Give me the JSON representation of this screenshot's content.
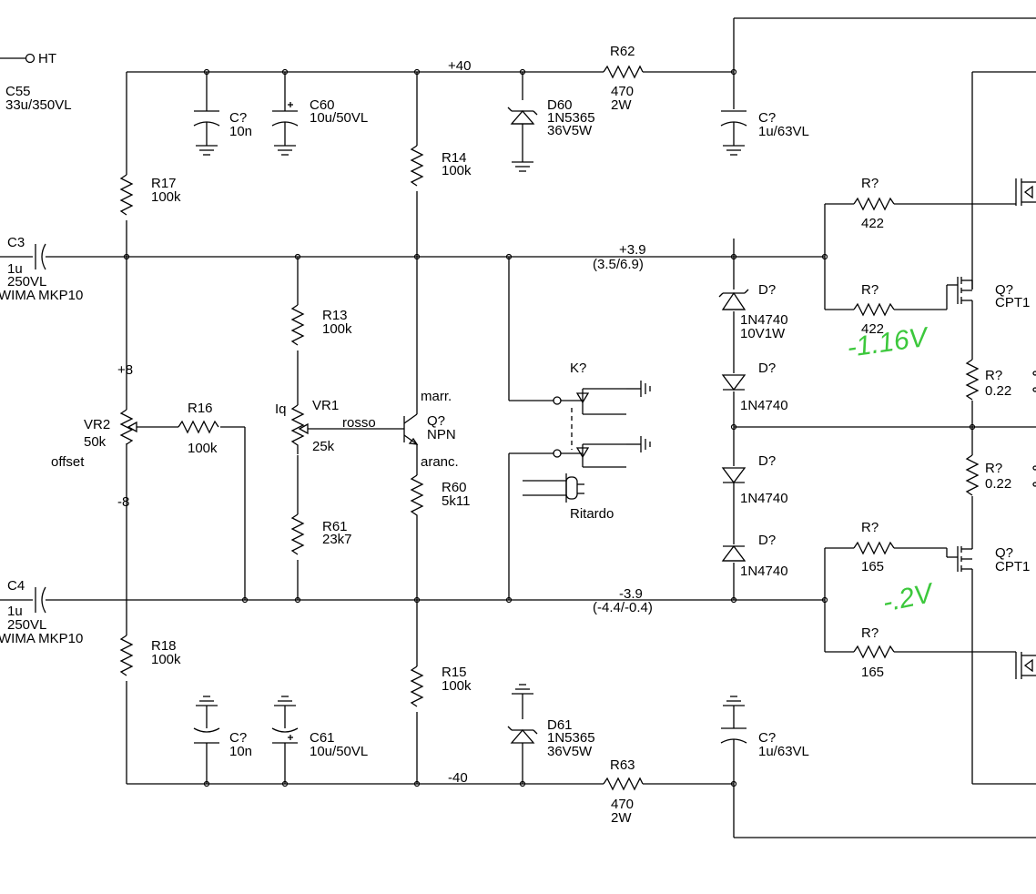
{
  "labels": {
    "ht": "HT",
    "c55_ref": "C55",
    "c55_val": "33u/350VL",
    "c_top_ref": "C?",
    "c_top_val": "10n",
    "c60_ref": "C60",
    "c60_val": "10u/50VL",
    "plus40": "+40",
    "d60_ref": "D60",
    "d60_part": "1N5365",
    "d60_val": "36V5W",
    "r62_ref": "R62",
    "r62_val": "470",
    "r62_pwr": "2W",
    "c_top_right_ref": "C?",
    "c_top_right_val": "1u/63VL",
    "r17_ref": "R17",
    "r17_val": "100k",
    "r14_ref": "R14",
    "r14_val": "100k",
    "r_422a_ref": "R?",
    "r_422a_val": "422",
    "r_422b_ref": "R?",
    "r_422b_val": "422",
    "c3_ref": "C3",
    "c3_val": "1u",
    "c3_volt": "250VL",
    "c3_type": "WIMA MKP10",
    "plus3_9": "+3.9",
    "plus3_9_range": "(3.5/6.9)",
    "d_z10_ref": "D?",
    "d_z10_part": "1N4740",
    "d_z10_val": "10V1W",
    "q_top_ref": "Q?",
    "q_top_part": "CPT1",
    "r13_ref": "R13",
    "r13_val": "100k",
    "plus8": "+8",
    "k_ref": "K?",
    "d_b_ref": "D?",
    "d_b_part": "1N4740",
    "r_022a_ref": "R?",
    "r_022a_val": "0.22",
    "vr2_ref": "VR2",
    "vr2_val": "50k",
    "vr2_name": "offset",
    "r16_ref": "R16",
    "r16_val": "100k",
    "iq": "Iq",
    "vr1_ref": "VR1",
    "vr1_val": "25k",
    "rosso": "rosso",
    "marr": "marr.",
    "q_npn_ref": "Q?",
    "q_npn_type": "NPN",
    "aranc": "aranc.",
    "d_c_ref": "D?",
    "d_c_part": "1N4740",
    "r_022b_ref": "R?",
    "r_022b_val": "0.22",
    "minus8": "-8",
    "r60_ref": "R60",
    "r60_val": "5k11",
    "ritardo": "Ritardo",
    "r61_ref": "R61",
    "r61_val": "23k7",
    "d_d_ref": "D?",
    "d_d_part": "1N4740",
    "r_165a_ref": "R?",
    "r_165a_val": "165",
    "q_bot_ref": "Q?",
    "q_bot_part": "CPT1",
    "c4_ref": "C4",
    "c4_val": "1u",
    "c4_volt": "250VL",
    "c4_type": "WIMA MKP10",
    "minus3_9": "-3.9",
    "minus3_9_range": "(-4.4/-0.4)",
    "r18_ref": "R18",
    "r18_val": "100k",
    "r15_ref": "R15",
    "r15_val": "100k",
    "r_165b_ref": "R?",
    "r_165b_val": "165",
    "c_bot_ref": "C?",
    "c_bot_val": "10n",
    "c61_ref": "C61",
    "c61_val": "10u/50VL",
    "d61_ref": "D61",
    "d61_part": "1N5365",
    "d61_val": "36V5W",
    "c_bot_right_ref": "C?",
    "c_bot_right_val": "1u/63VL",
    "minus40": "-40",
    "r63_ref": "R63",
    "r63_val": "470",
    "r63_pwr": "2W"
  },
  "annotations": {
    "hand_top": "-1.16V",
    "hand_bottom": "-.2V"
  },
  "colors": {
    "ink": "#000000",
    "handwriting": "#3cc83c"
  }
}
